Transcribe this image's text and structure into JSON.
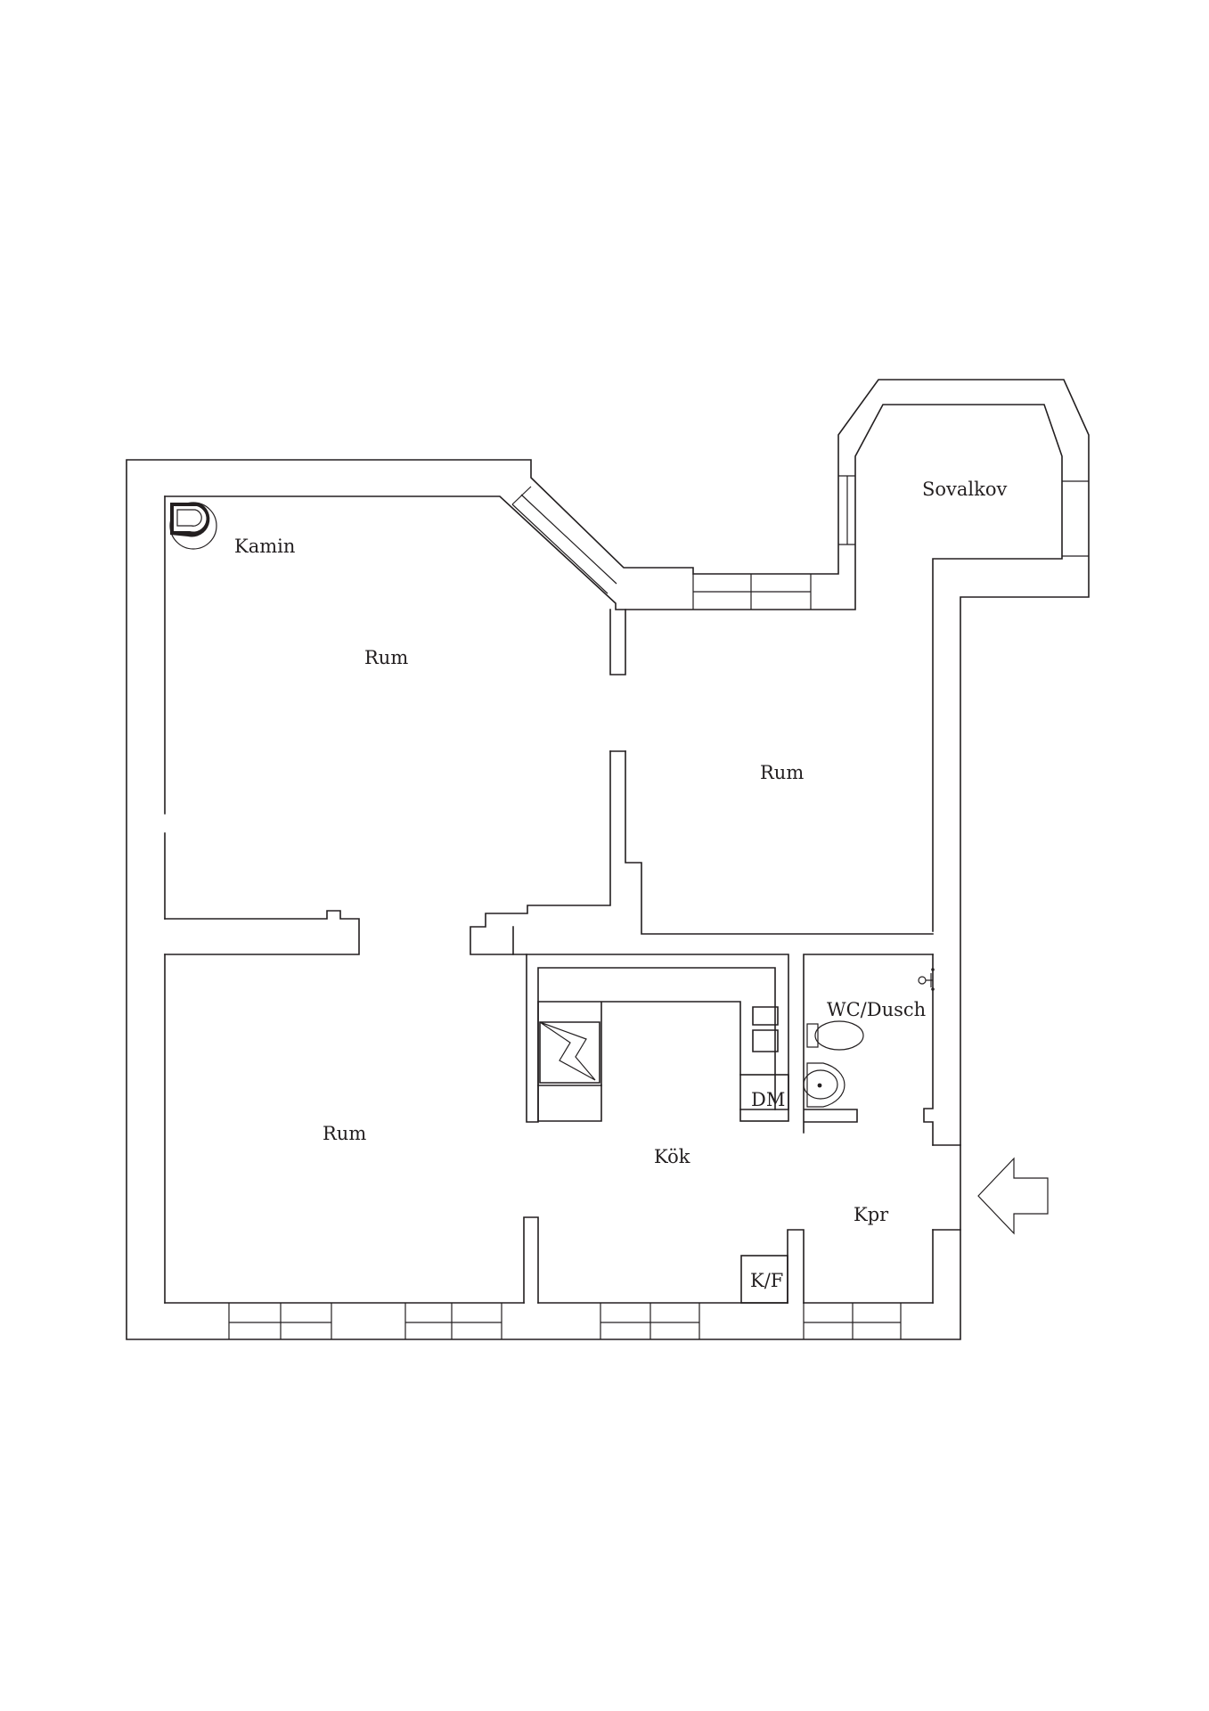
{
  "floorplan": {
    "rooms": {
      "kamin": "Kamin",
      "rum_1": "Rum",
      "rum_2": "Rum",
      "rum_3": "Rum",
      "sovalkov": "Sovalkov",
      "wc_dusch": "WC/Dusch",
      "dm": "DM",
      "kok": "Kök",
      "kpr": "Kpr",
      "kf": "K/F"
    },
    "colors": {
      "line": "#231f20",
      "background": "#ffffff"
    },
    "icons": [
      "fireplace-icon",
      "stair-icon",
      "toilet-icon",
      "sink-icon",
      "shower-icon",
      "entrance-arrow-icon"
    ]
  }
}
